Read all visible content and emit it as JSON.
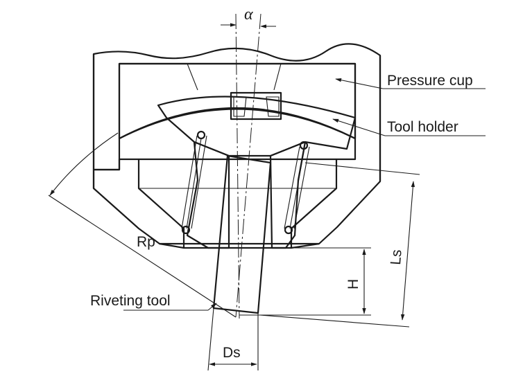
{
  "labels": {
    "alpha": "α",
    "pressure_cup": "Pressure cup",
    "tool_holder": "Tool holder",
    "rp": "Rp",
    "ls": "Ls",
    "h": "H",
    "riveting_tool": "Riveting tool",
    "ds": "Ds"
  }
}
